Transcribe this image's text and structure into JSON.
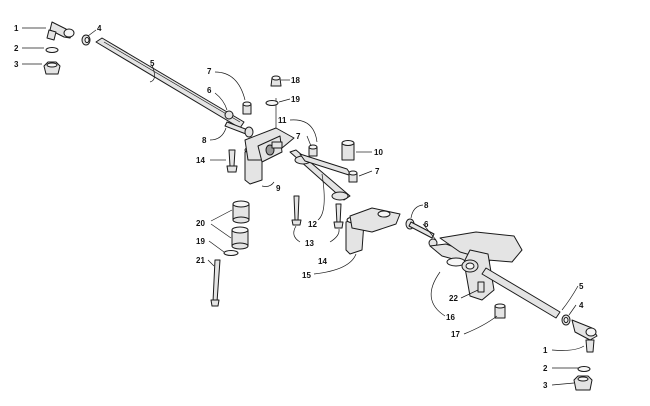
{
  "callouts": {
    "l1_top": "1",
    "l2_top": "2",
    "l3_top": "3",
    "l4_top": "4",
    "l5_top": "5",
    "l6_left": "6",
    "l7_left": "7",
    "l8_left": "8",
    "l9": "9",
    "l14_left": "14",
    "l18": "18",
    "l19_top": "19",
    "l11": "11",
    "l7_mid": "7",
    "l10": "10",
    "l7_right": "7",
    "l12": "12",
    "l13": "13",
    "l14_mid": "14",
    "l15": "15",
    "l20": "20",
    "l19_low": "19",
    "l21": "21",
    "l8_right": "8",
    "l6_right": "6",
    "l22": "22",
    "l16": "16",
    "l17": "17",
    "l5_bottom": "5",
    "l4_bottom": "4",
    "l1_bottom": "1",
    "l2_bottom": "2",
    "l3_bottom": "3"
  }
}
